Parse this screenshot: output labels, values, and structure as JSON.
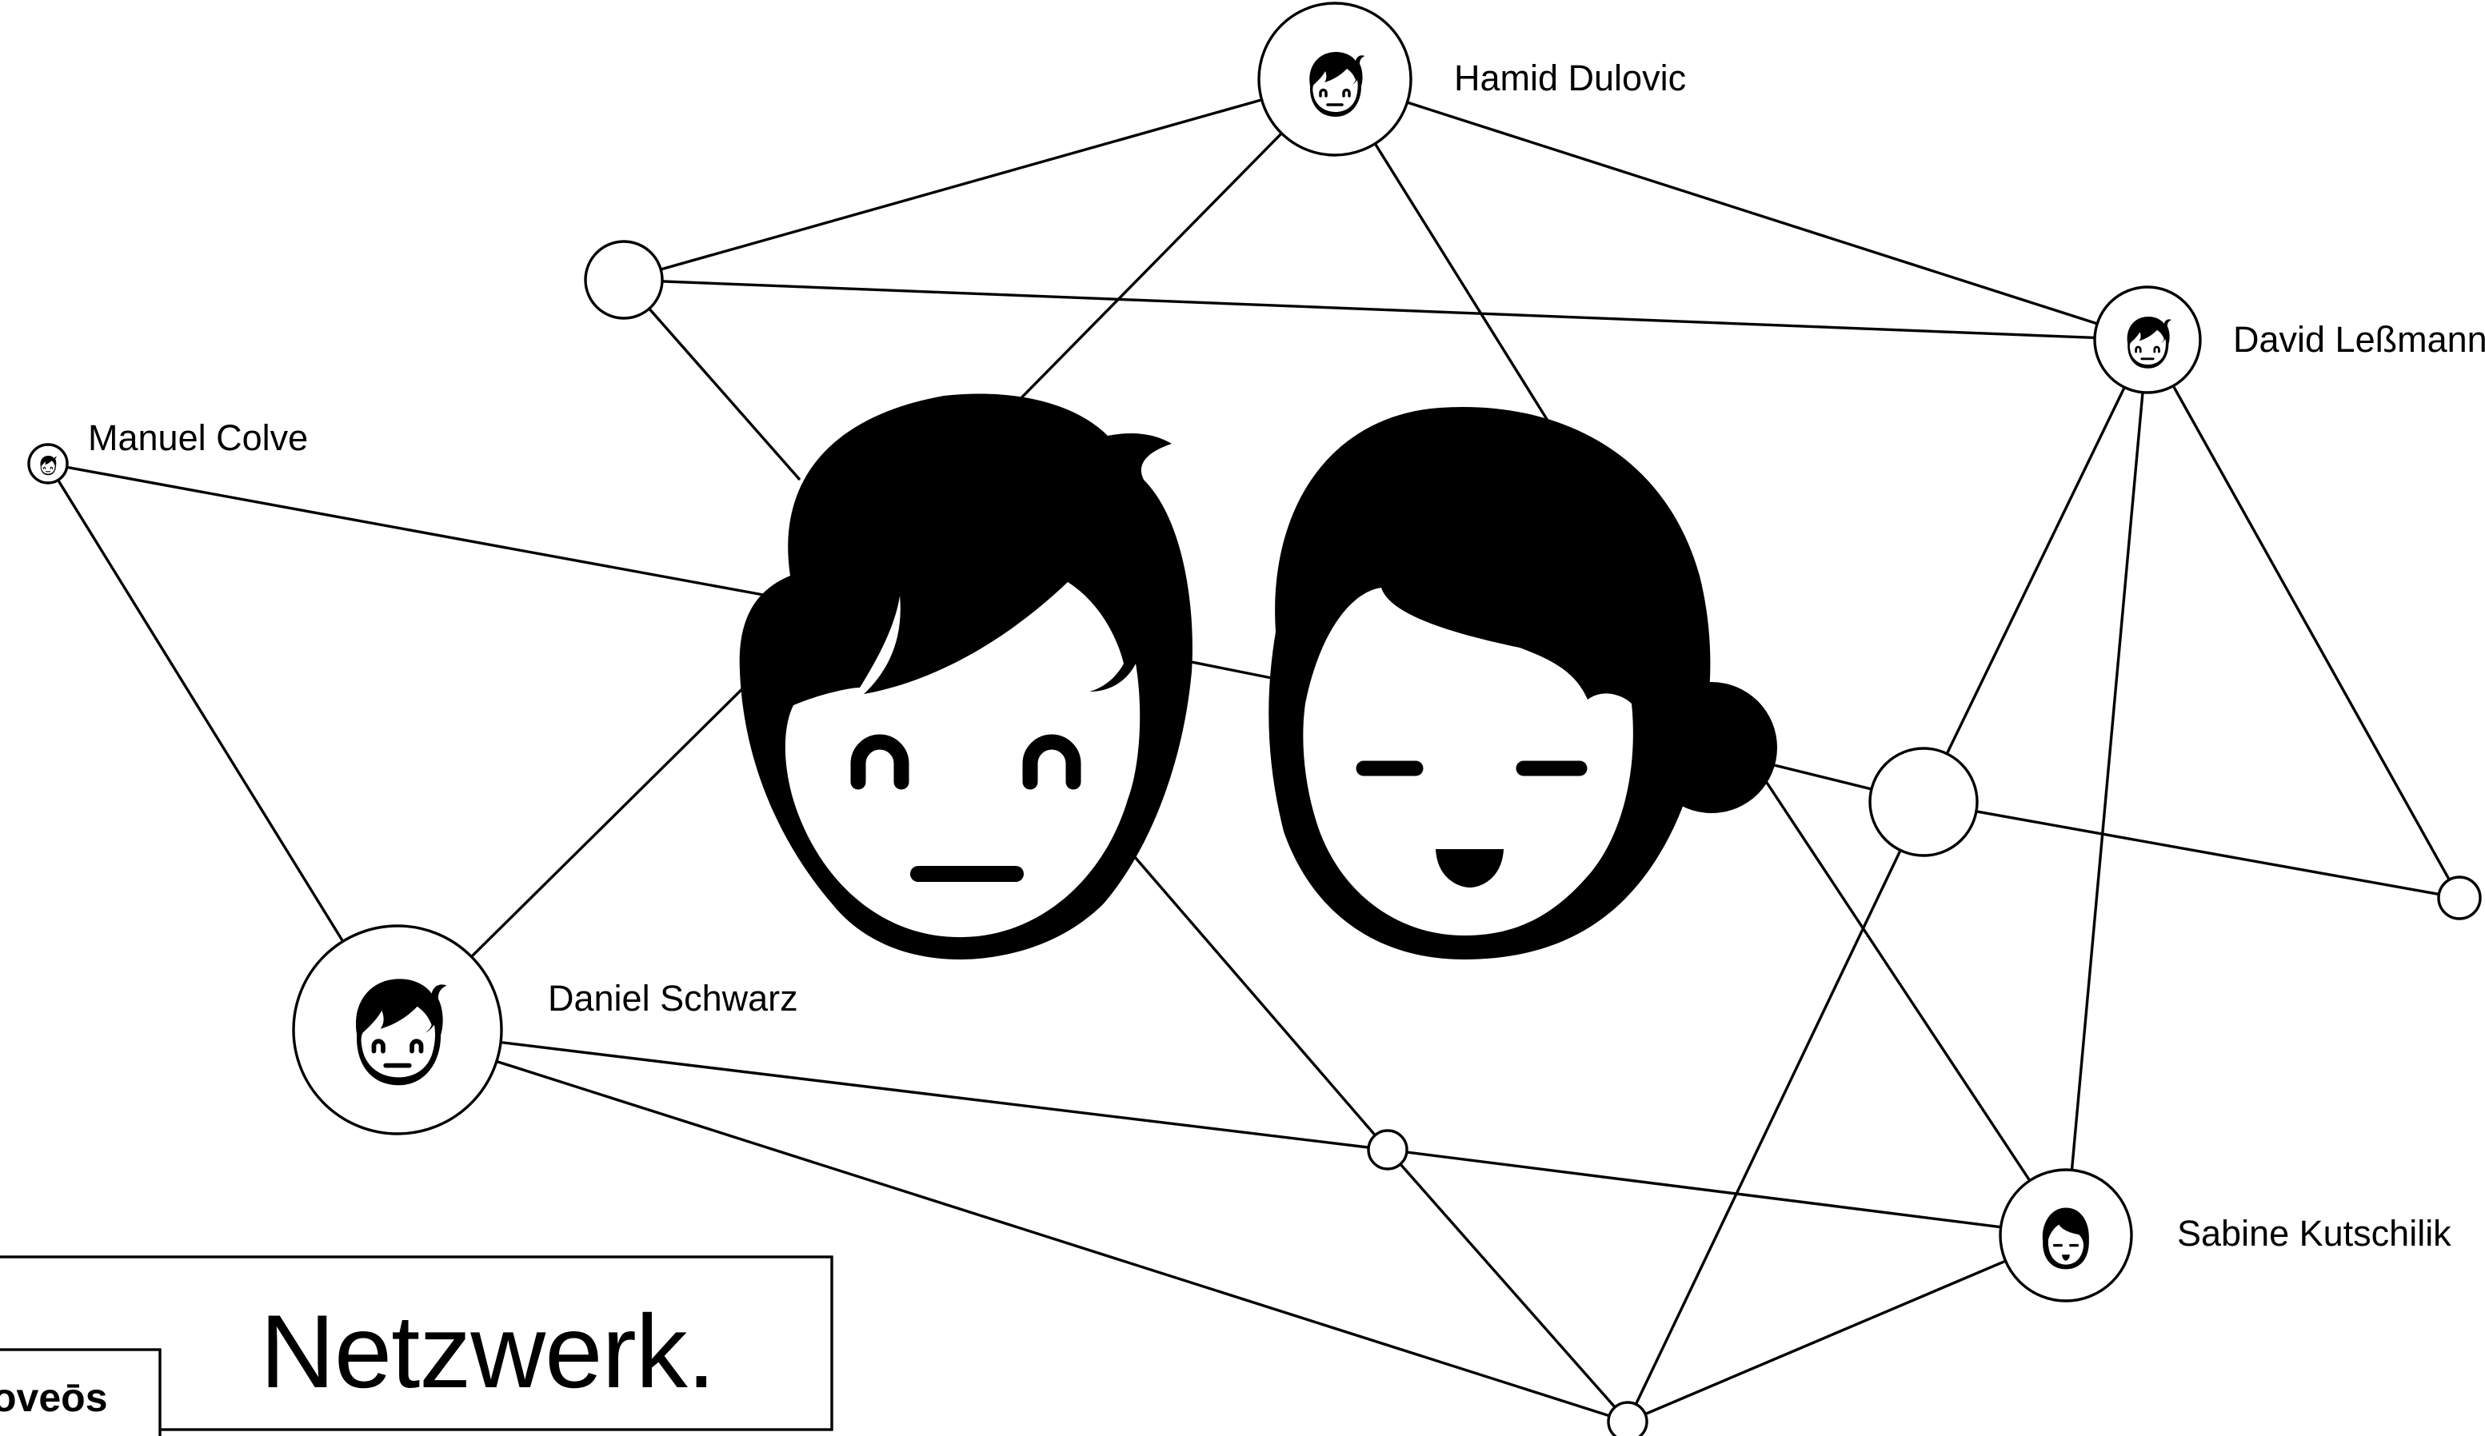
{
  "title": "Netzwerk.",
  "logo_text": "oveōs",
  "people": [
    {
      "name": "Hamid Dulovic",
      "avatar": "male-avatar-icon"
    },
    {
      "name": "David Leßmann",
      "avatar": "male-avatar-icon"
    },
    {
      "name": "Manuel Colve",
      "avatar": "male-avatar-icon"
    },
    {
      "name": "Daniel Schwarz",
      "avatar": "male-avatar-icon"
    },
    {
      "name": "Sabine Kutschilik",
      "avatar": "female-avatar-icon"
    }
  ],
  "center_illustration": [
    "male-face-icon",
    "female-face-icon"
  ],
  "colors": {
    "line": "#000000",
    "background": "#ffffff"
  }
}
